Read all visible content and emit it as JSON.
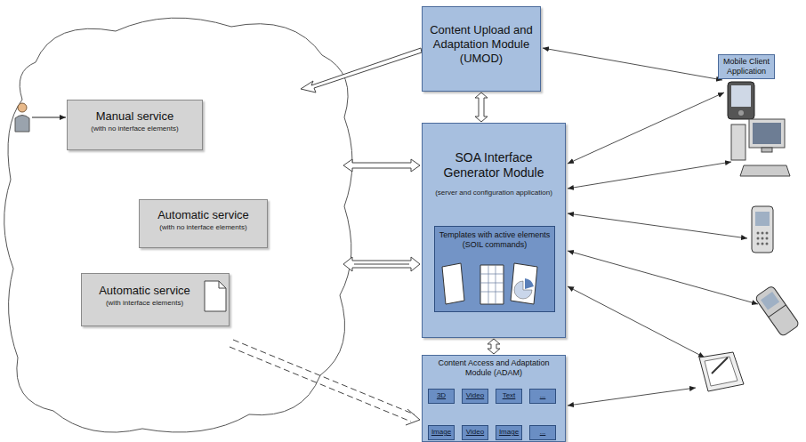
{
  "diagram": {
    "nodes": [
      {
        "text": [
          "Content Upload and Adaptation Module (UMOD)"
        ]
      },
      {
        "text": [
          "Mobile Client Application"
        ]
      },
      {
        "text": [
          "Manual service",
          "(with no interface elements)"
        ]
      },
      {
        "text": [
          "SOA Interface Generator Module",
          "(server and configuration application)"
        ]
      },
      {
        "text": [
          "Templates with active elements (SOIL commands)"
        ],
        "in": 3
      },
      {
        "text": [
          "Automatic service",
          "(with no interface elements)"
        ]
      },
      {
        "text": [
          "Automatic service",
          "(with interface elements)"
        ]
      },
      {
        "text": [
          "Content Access and Adaptation Module (ADAM)"
        ]
      },
      {
        "text": [
          "3D"
        ],
        "in": 7
      },
      {
        "text": [
          "Video"
        ],
        "in": 7
      },
      {
        "text": [
          "Text"
        ],
        "in": 7
      },
      {
        "text": [
          "..."
        ],
        "in": 7
      },
      {
        "text": [
          "Image"
        ],
        "in": 7
      },
      {
        "text": [
          "Video"
        ],
        "in": 7
      },
      {
        "text": [
          "Image"
        ],
        "in": 7
      },
      {
        "text": [
          "..."
        ],
        "in": 7
      }
    ],
    "edges": [
      {
        "from": 0,
        "to": 3,
        "arrow": "both"
      },
      {
        "from": 3,
        "to": 7,
        "arrow": "both"
      },
      {
        "from": 8,
        "to": 12,
        "arrow": "to"
      },
      {
        "from": 9,
        "to": 13,
        "arrow": "to"
      },
      {
        "from": 10,
        "to": 14,
        "arrow": "to"
      },
      {
        "from": 11,
        "to": 15,
        "arrow": "to"
      }
    ]
  }
}
